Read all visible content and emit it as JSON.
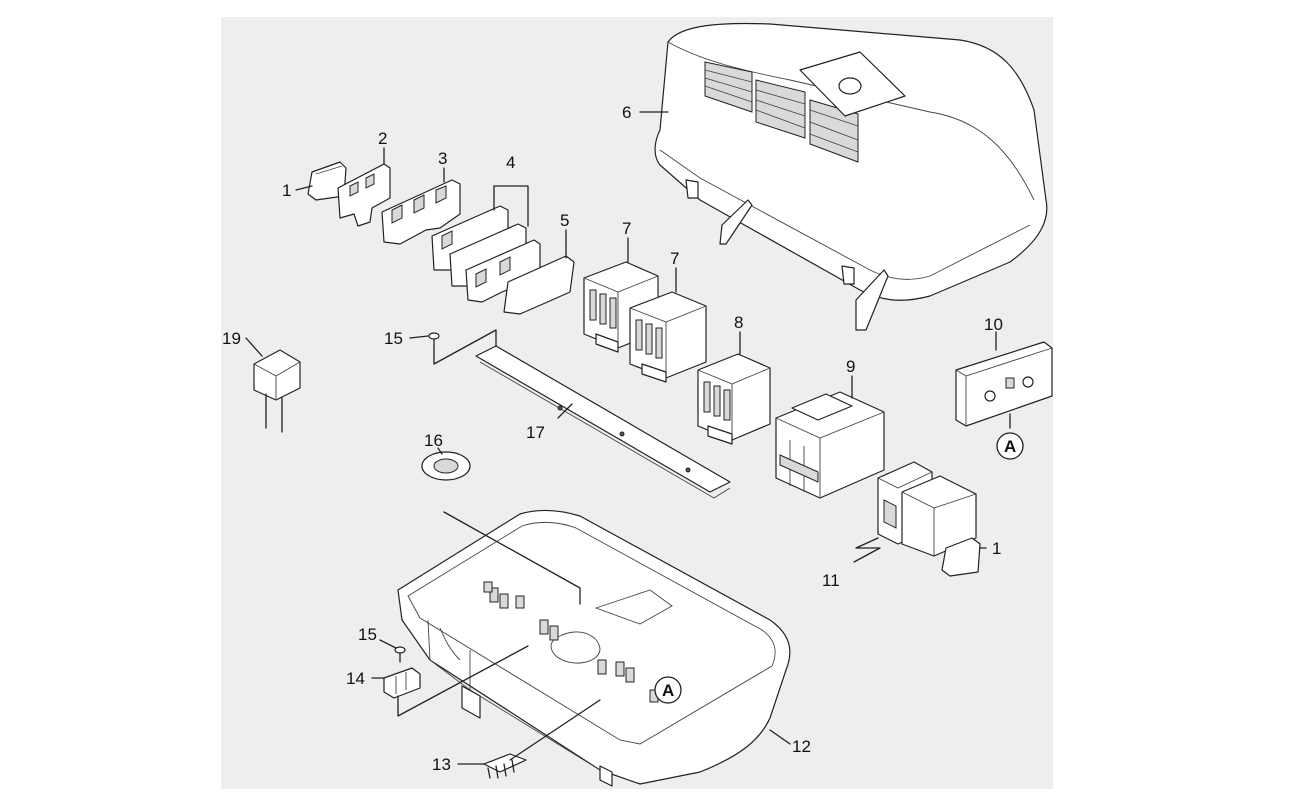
{
  "diagram": {
    "callouts": [
      {
        "id": "c1a",
        "text": "1"
      },
      {
        "id": "c2",
        "text": "2"
      },
      {
        "id": "c3",
        "text": "3"
      },
      {
        "id": "c4",
        "text": "4"
      },
      {
        "id": "c5",
        "text": "5"
      },
      {
        "id": "c6",
        "text": "6"
      },
      {
        "id": "c7a",
        "text": "7"
      },
      {
        "id": "c7b",
        "text": "7"
      },
      {
        "id": "c8",
        "text": "8"
      },
      {
        "id": "c9",
        "text": "9"
      },
      {
        "id": "c10",
        "text": "10"
      },
      {
        "id": "c1b",
        "text": "1"
      },
      {
        "id": "c11",
        "text": "11"
      },
      {
        "id": "c12",
        "text": "12"
      },
      {
        "id": "c13",
        "text": "13"
      },
      {
        "id": "c14",
        "text": "14"
      },
      {
        "id": "c15a",
        "text": "15"
      },
      {
        "id": "c15b",
        "text": "15"
      },
      {
        "id": "c16",
        "text": "16"
      },
      {
        "id": "c17",
        "text": "17"
      },
      {
        "id": "c19",
        "text": "19"
      }
    ],
    "reference_markers": [
      {
        "id": "refA1",
        "text": "A"
      },
      {
        "id": "refA2",
        "text": "A"
      }
    ]
  }
}
